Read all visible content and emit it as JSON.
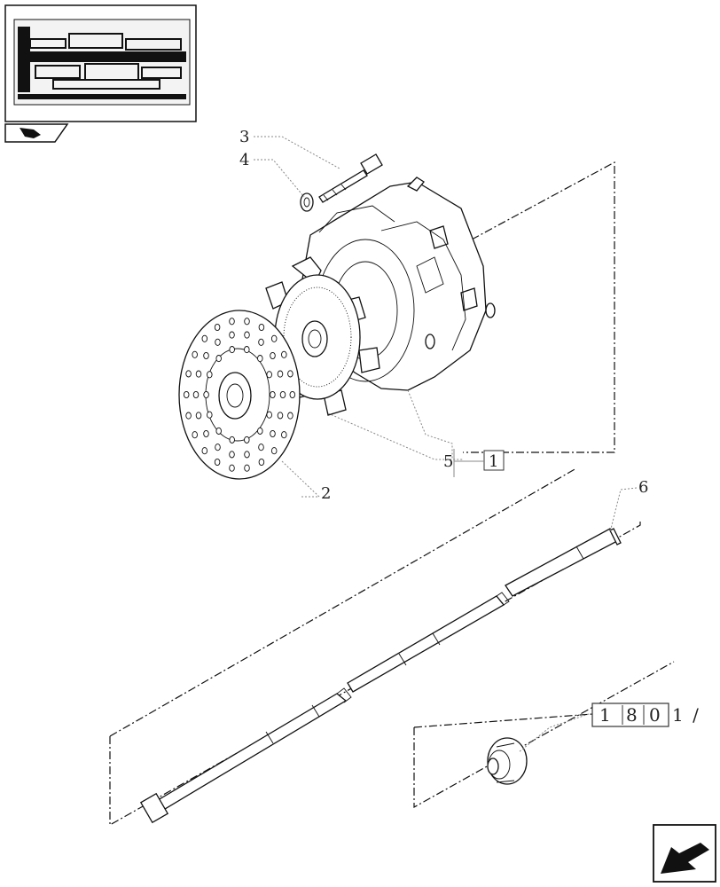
{
  "callouts": {
    "c3": "3",
    "c4": "4",
    "c5": "5",
    "c1": "1",
    "c2": "2",
    "c6": "6"
  },
  "reference": {
    "boxed_digits": [
      "1",
      "8",
      "0"
    ],
    "sep1": ".",
    "sep2": ".",
    "tail": "1 /"
  },
  "icons": {
    "thumbnail": "transmission-section-thumbnail-icon",
    "prev": "prev-page-arrow-icon",
    "next": "next-page-arrow-icon"
  }
}
